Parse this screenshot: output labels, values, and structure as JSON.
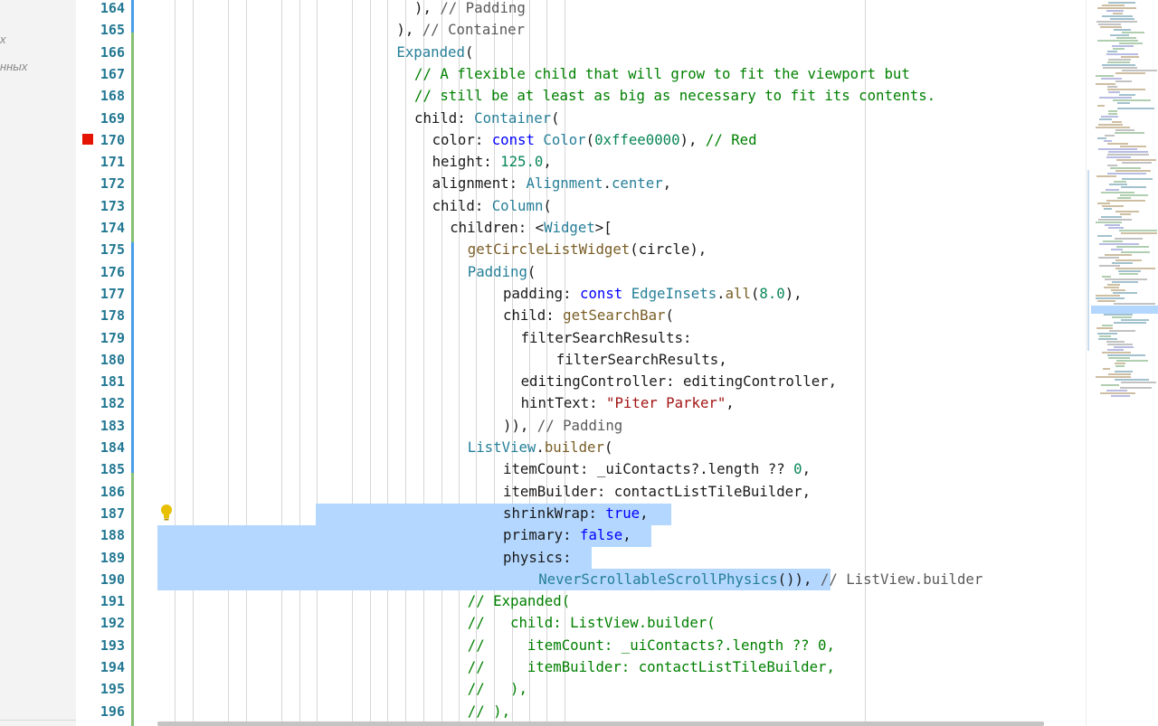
{
  "sidebar": {
    "items": [
      "х",
      "нных"
    ]
  },
  "gutter": {
    "breakpoint_line": "170",
    "line_numbers": [
      "164",
      "165",
      "166",
      "167",
      "168",
      "169",
      "170",
      "171",
      "172",
      "173",
      "174",
      "175",
      "176",
      "177",
      "178",
      "179",
      "180",
      "181",
      "182",
      "183",
      "184",
      "185",
      "186",
      "187",
      "188",
      "189",
      "190",
      "191",
      "192",
      "193",
      "194",
      "195",
      "196"
    ]
  },
  "editor": {
    "lightbulb_icon": "lightbulb-icon",
    "lines": [
      [
        [
          "txt",
          "), "
        ],
        [
          "lbl",
          "// Padding"
        ]
      ],
      [
        [
          "txt",
          "), "
        ],
        [
          "lbl",
          "// Container"
        ]
      ],
      [
        [
          "type",
          "Expanded"
        ],
        [
          "txt",
          "("
        ]
      ],
      [
        [
          "cm",
          "// A flexible child that will grow to fit the viewport but"
        ]
      ],
      [
        [
          "cm",
          "// still be at least as big as necessary to fit its contents."
        ]
      ],
      [
        [
          "txt",
          "child: "
        ],
        [
          "type",
          "Container"
        ],
        [
          "txt",
          "("
        ]
      ],
      [
        [
          "txt",
          "color: "
        ],
        [
          "kw",
          "const "
        ],
        [
          "type",
          "Color"
        ],
        [
          "txt",
          "("
        ],
        [
          "num",
          "0xffee0000"
        ],
        [
          "txt",
          "), "
        ],
        [
          "cm",
          "// Red"
        ]
      ],
      [
        [
          "txt",
          "height: "
        ],
        [
          "num",
          "125.0"
        ],
        [
          "txt",
          ","
        ]
      ],
      [
        [
          "txt",
          "alignment: "
        ],
        [
          "type",
          "Alignment"
        ],
        [
          "txt",
          "."
        ],
        [
          "type",
          "center"
        ],
        [
          "txt",
          ","
        ]
      ],
      [
        [
          "txt",
          "child: "
        ],
        [
          "type",
          "Column"
        ],
        [
          "txt",
          "("
        ]
      ],
      [
        [
          "txt",
          "children: <"
        ],
        [
          "type",
          "Widget"
        ],
        [
          "txt",
          ">["
        ]
      ],
      [
        [
          "fn",
          "getCircleListWidget"
        ],
        [
          "txt",
          "(circle),"
        ]
      ],
      [
        [
          "type",
          "Padding"
        ],
        [
          "txt",
          "("
        ]
      ],
      [
        [
          "txt",
          "padding: "
        ],
        [
          "kw",
          "const "
        ],
        [
          "type",
          "EdgeInsets"
        ],
        [
          "txt",
          "."
        ],
        [
          "fn",
          "all"
        ],
        [
          "txt",
          "("
        ],
        [
          "num",
          "8.0"
        ],
        [
          "txt",
          "),"
        ]
      ],
      [
        [
          "txt",
          "child: "
        ],
        [
          "fn",
          "getSearchBar"
        ],
        [
          "txt",
          "("
        ]
      ],
      [
        [
          "txt",
          "filterSearchResults:"
        ]
      ],
      [
        [
          "txt",
          "filterSearchResults,"
        ]
      ],
      [
        [
          "txt",
          "editingController: editingController,"
        ]
      ],
      [
        [
          "txt",
          "hintText: "
        ],
        [
          "str",
          "\"Piter Parker\""
        ],
        [
          "txt",
          ","
        ]
      ],
      [
        [
          "txt",
          ")), "
        ],
        [
          "lbl",
          "// Padding"
        ]
      ],
      [
        [
          "type",
          "ListView"
        ],
        [
          "txt",
          "."
        ],
        [
          "fn",
          "builder"
        ],
        [
          "txt",
          "("
        ]
      ],
      [
        [
          "txt",
          "itemCount: _uiContacts?.length ?? "
        ],
        [
          "num",
          "0"
        ],
        [
          "txt",
          ","
        ]
      ],
      [
        [
          "txt",
          "itemBuilder: contactListTileBuilder,"
        ]
      ],
      [
        [
          "txt",
          "shrinkWrap: "
        ],
        [
          "kw",
          "true"
        ],
        [
          "txt",
          ","
        ]
      ],
      [
        [
          "txt",
          "primary: "
        ],
        [
          "kw",
          "false"
        ],
        [
          "txt",
          ","
        ]
      ],
      [
        [
          "txt",
          "physics:"
        ]
      ],
      [
        [
          "type",
          "NeverScrollableScrollPhysics"
        ],
        [
          "txt",
          "()), "
        ],
        [
          "lbl",
          "// ListView.builder"
        ]
      ],
      [
        [
          "cm",
          "// Expanded("
        ]
      ],
      [
        [
          "cm",
          "//   child: ListView.builder("
        ]
      ],
      [
        [
          "cm",
          "//     itemCount: _uiContacts?.length ?? 0,"
        ]
      ],
      [
        [
          "cm",
          "//     itemBuilder: contactListTileBuilder,"
        ]
      ],
      [
        [
          "cm",
          "//   ),"
        ]
      ],
      [
        [
          "cm",
          "// ),"
        ]
      ]
    ]
  },
  "colors": {
    "comment": "#008000",
    "type": "#267f99",
    "function": "#795e26",
    "keyword": "#0000ff",
    "number": "#098658",
    "string": "#a31515",
    "line_number": "#237893",
    "selection": "#b3d7ff",
    "breakpoint": "#e51400"
  }
}
